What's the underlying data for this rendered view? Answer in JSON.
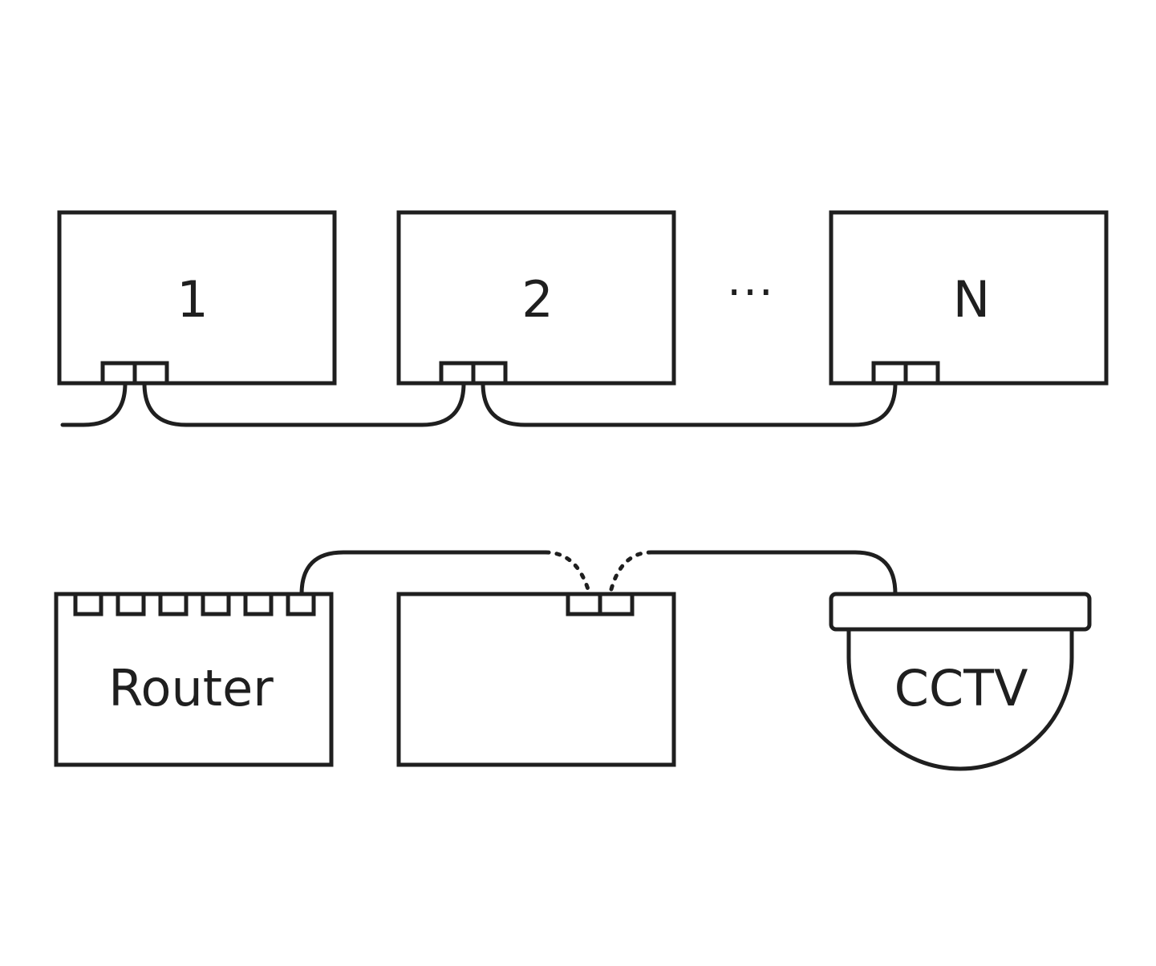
{
  "diagram": {
    "top_row": {
      "devices": [
        {
          "label": "1"
        },
        {
          "label": "2"
        },
        {
          "label": "N"
        }
      ],
      "ellipsis": "···"
    },
    "bottom_row": {
      "router": {
        "label": "Router"
      },
      "middle_device": {
        "label": ""
      },
      "camera": {
        "label": "CCTV"
      }
    }
  }
}
